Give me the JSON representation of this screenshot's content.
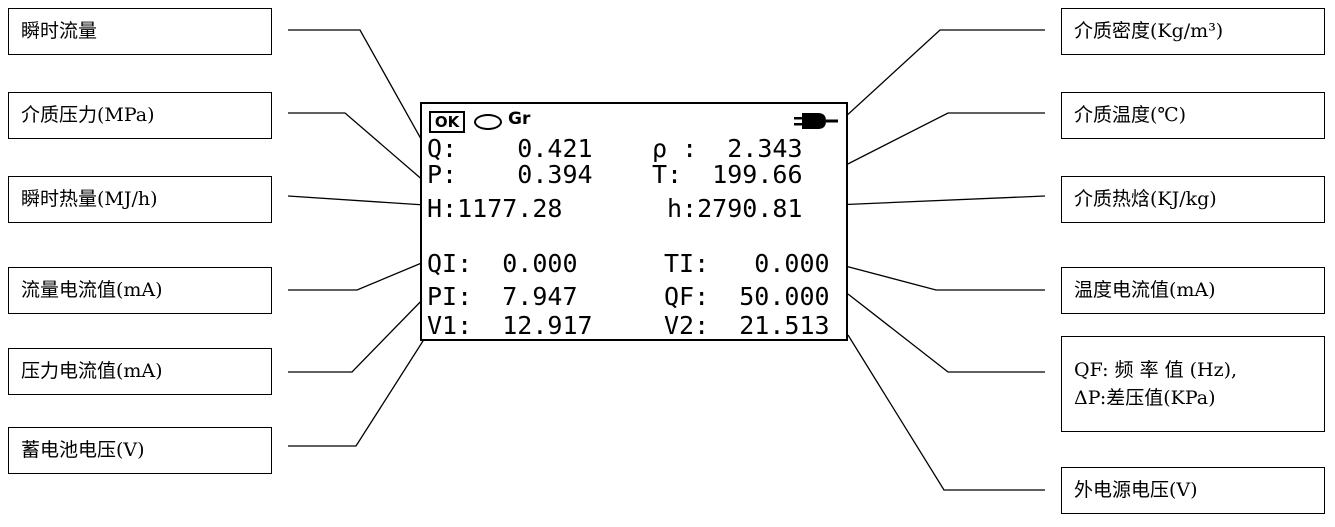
{
  "left_labels": [
    "瞬时流量",
    "介质压力(MPa)",
    "瞬时热量(MJ/h)",
    "流量电流值(mA)",
    "压力电流值(mA)",
    "蓄电池电压(V)"
  ],
  "right_labels": [
    "介质密度(Kg/m³)",
    "介质温度(℃)",
    "介质热焓(KJ/kg)",
    "温度电流值(mA)",
    "QF: 频 率 值 (Hz),",
    "ΔP:差压值(KPa)",
    "外电源电压(V)"
  ],
  "display": {
    "ok": "OK",
    "mode": "Gr",
    "plug_icon": "power-plug-icon",
    "q": "Q:    0.421",
    "rho": "ρ :  2.343",
    "p": "P:    0.394",
    "t": "T:  199.66",
    "h": "H:1177.28",
    "h_lower": "h:2790.81",
    "qi": "QI:  0.000",
    "ti": "TI:   0.000",
    "pi": "PI:  7.947",
    "qf": "QF:  50.000",
    "v1": "V1:  12.917",
    "v2": "V2:  21.513"
  }
}
